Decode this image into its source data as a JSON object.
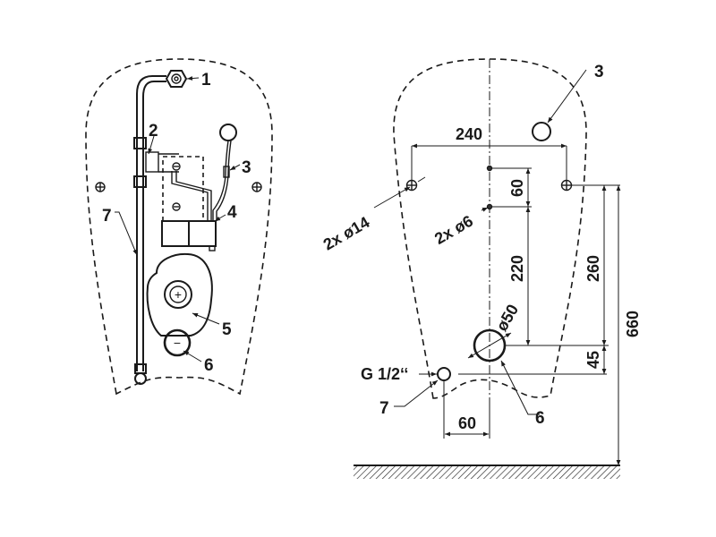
{
  "left_view": {
    "callouts": [
      "1",
      "2",
      "3",
      "4",
      "5",
      "6",
      "7"
    ],
    "symbols": {
      "plus": "+",
      "minus": "−"
    }
  },
  "right_view": {
    "callouts": {
      "sensor": "3",
      "drain": "6",
      "supply": "7"
    },
    "dimensions": {
      "hole_spacing": "240",
      "small_hole_spacing": "60",
      "to_drain": "220",
      "mount_to_drain": "260",
      "drain_to_supply": "45",
      "mount_height": "660",
      "supply_offset": "60"
    },
    "annotations": {
      "mount_holes": "2x ø14",
      "small_holes": "2x ø6",
      "drain_dia": "ø50",
      "thread": "G 1/2‘‘"
    }
  }
}
